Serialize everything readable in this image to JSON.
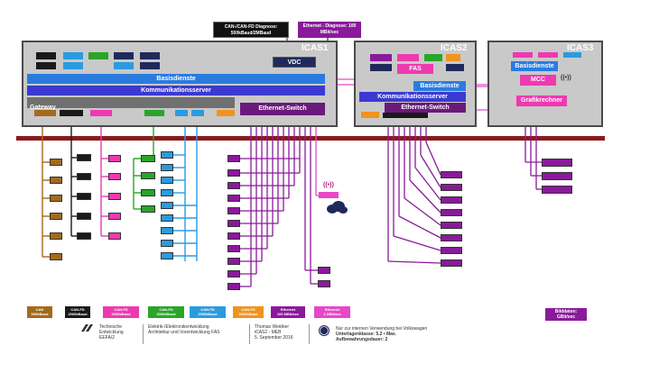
{
  "diag": {
    "can_diag": "CAN-/CAN-FD Diagnose: 500kBaud/2MBaud",
    "eth_diag": "Ethernet - Diagnose: 100 MBit/sec"
  },
  "icas1": {
    "title": "ICAS1",
    "basisdienste": "Basisdienste",
    "kommserver": "Kommunikationsserver",
    "gateway": "Gateway",
    "vdc": "VDC",
    "ethswitch": "Ethernet-Switch"
  },
  "icas2": {
    "title": "ICAS2",
    "fas": "FAS",
    "basisdienste": "Basisdienste",
    "kommserver": "Kommunikationsserver",
    "ethswitch": "Ethernet-Switch"
  },
  "icas3": {
    "title": "ICAS3",
    "basisdienste": "Basisdienste",
    "mcc": "MCC",
    "grafik": "Grafikrechner",
    "wireless": "((•))"
  },
  "legend": [
    {
      "l1": "CAN",
      "l2": "500kBaud",
      "color": "#a36a1c"
    },
    {
      "l1": "CAN-FD",
      "l2": "2000kBaud",
      "color": "#1a1a1a"
    },
    {
      "l1": "CAN-FD",
      "l2": "2000kBaud",
      "color": "#ee3ab0"
    },
    {
      "l1": "CAN-FD",
      "l2": "2000kBaud",
      "color": "#2aa52a"
    },
    {
      "l1": "CAN-FD",
      "l2": "2000kBaud",
      "color": "#2b9be0"
    },
    {
      "l1": "CAN-FD",
      "l2": "2000kBaud",
      "color": "#f0931f"
    },
    {
      "l1": "Ethernet",
      "l2": "100 MBit/sec",
      "color": "#8a1a9b"
    },
    {
      "l1": "Ethernet",
      "l2": "1 GBit/sec",
      "color": "#e847c8"
    }
  ],
  "bilddaten": {
    "l1": "Bilddaten:",
    "l2": "GBit/sec"
  },
  "footer": {
    "org_l1": "Technische",
    "org_l2": "Entwicklung",
    "org_l3": "EEFA/2",
    "dept_l1": "Elektrik-/Elektronikentwicklung",
    "dept_l2": "Architektur und Vorentwicklung FAS",
    "author_l1": "Thomas Weidner",
    "author_l2": "iCAS2 - MEB",
    "author_l3": "5. September 2016",
    "notice_l1": "Nur zur internen Verwendung bei Volkswagen",
    "notice_l2": "Unterlagenklasse: 5.2  •  Max. Aufbewahrungsdauer: 2"
  },
  "colors": {
    "can": "#a36a1c",
    "canfd_black": "#1a1a1a",
    "canfd_pink": "#ee3ab0",
    "canfd_green": "#2aa52a",
    "canfd_blue": "#2b9be0",
    "canfd_orange": "#f0931f",
    "eth100": "#8a1a9b",
    "eth1g": "#e847c8",
    "bus": "#8b1a1a",
    "basis": "#2a7be0",
    "komm": "#3a3ad0",
    "switch": "#6a1a7b",
    "navy": "#1f2a5a"
  }
}
